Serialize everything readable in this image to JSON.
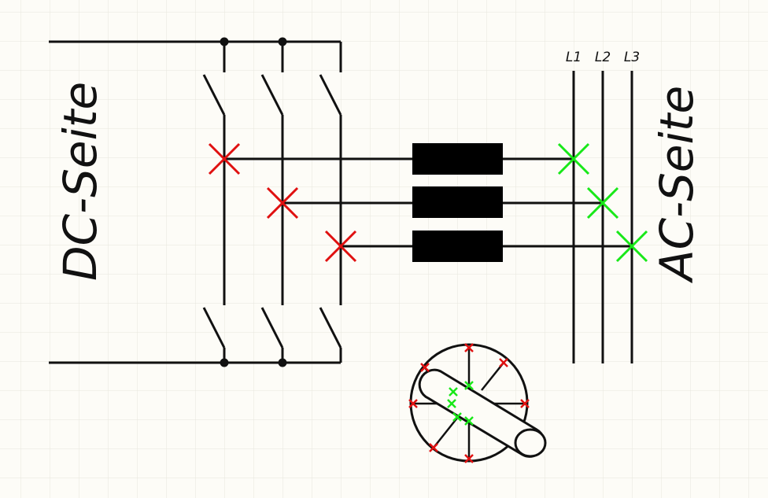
{
  "labels": {
    "dc_side": "DC-Seite",
    "ac_side": "AC-Seite",
    "phases": [
      "L1",
      "L2",
      "L3"
    ]
  },
  "colors": {
    "background": "#fdfcf7",
    "grid": "#e8e6dc",
    "line": "#111111",
    "red_cross": "#e01010",
    "green_cross": "#18e818"
  },
  "components": {
    "switches": 6,
    "inductors": 3,
    "phase_connections": 3
  }
}
